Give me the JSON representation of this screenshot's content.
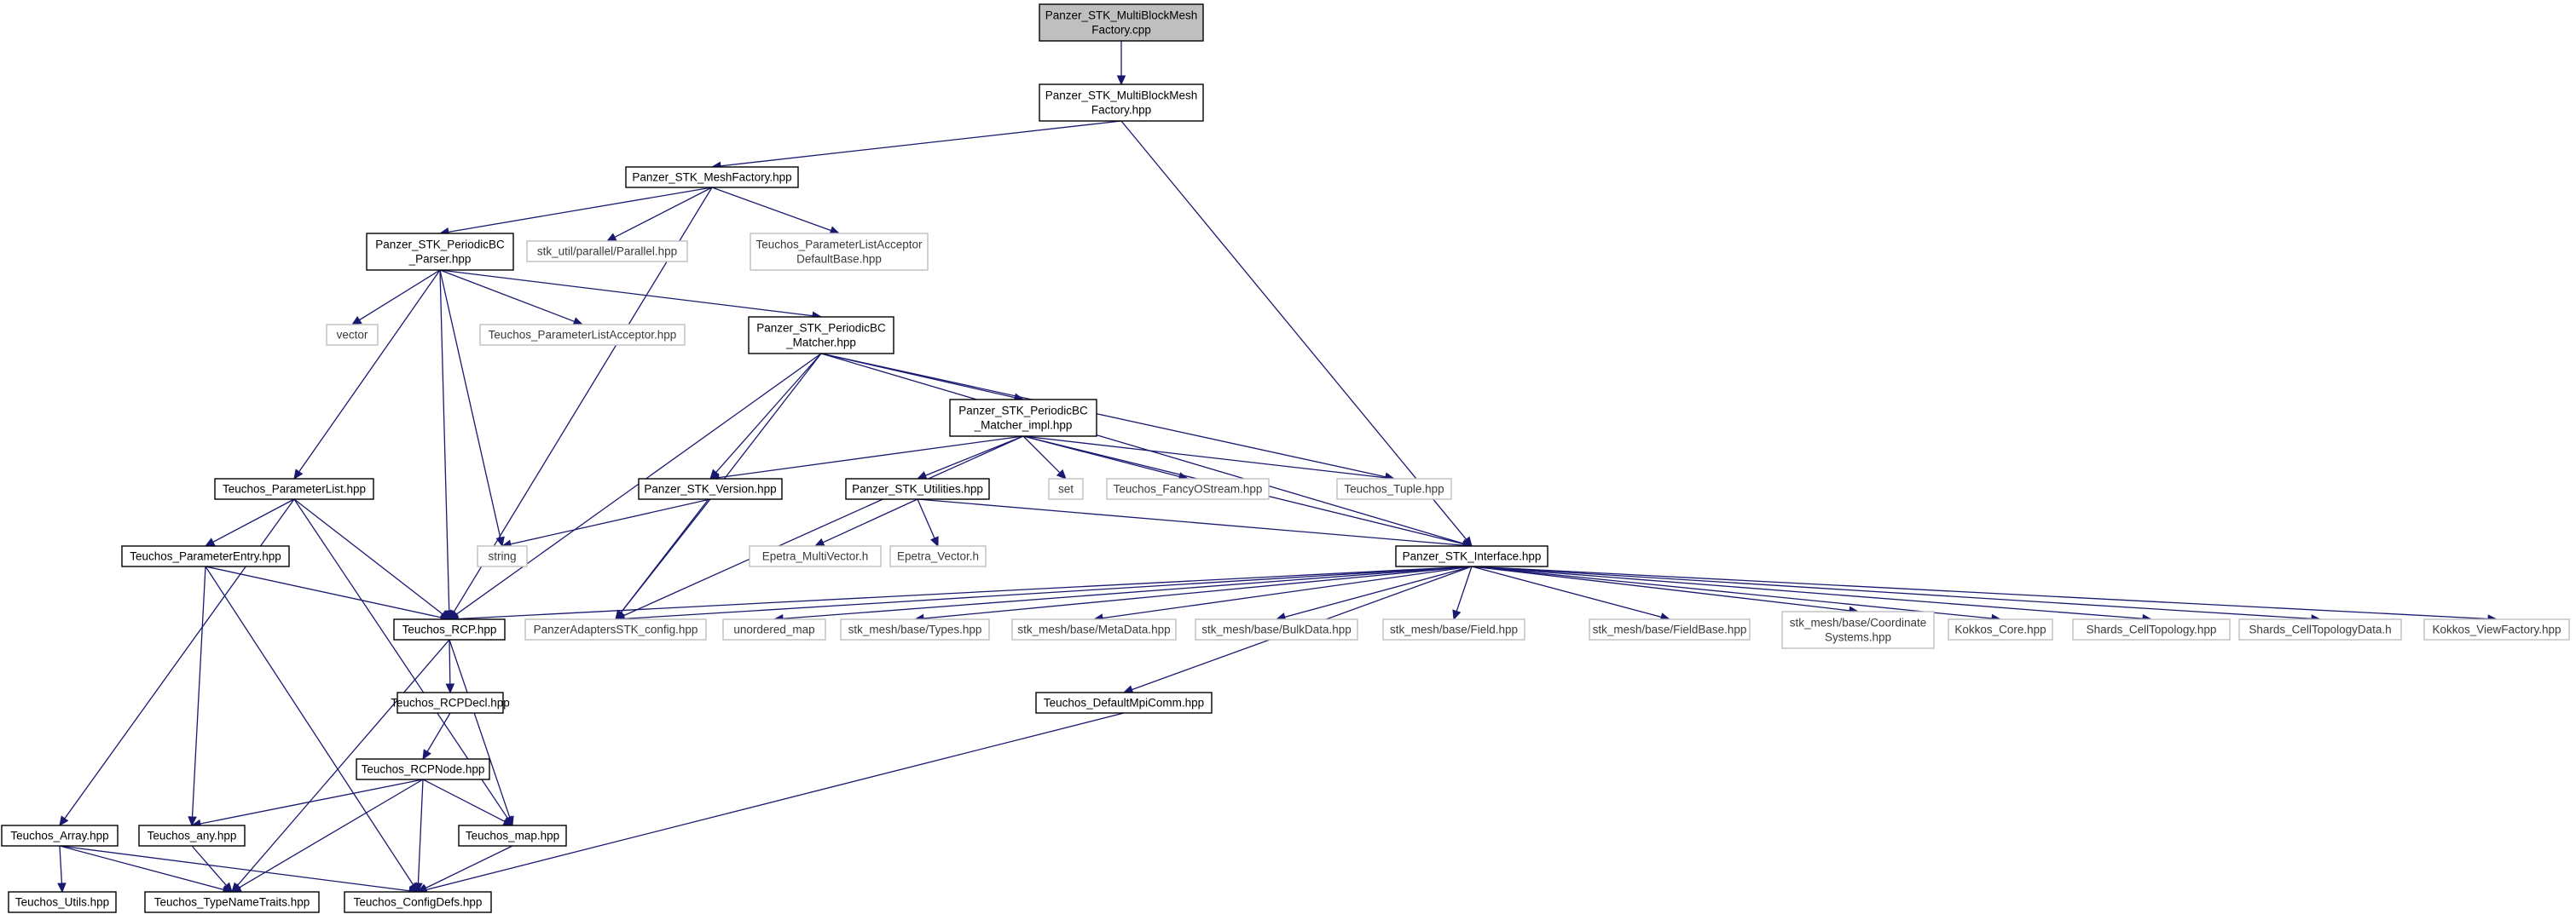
{
  "graph": {
    "title": "Panzer_STK_MultiBlockMeshFactory.cpp include dependency graph",
    "edge_color": "#191970",
    "root_fill": "#bfbfbf",
    "external_border": "#bfbfbf",
    "nodes": [
      {
        "id": "cpp",
        "lines": [
          "Panzer_STK_MultiBlockMesh",
          "Factory.cpp"
        ],
        "kind": "root"
      },
      {
        "id": "mbhpp",
        "lines": [
          "Panzer_STK_MultiBlockMesh",
          "Factory.hpp"
        ],
        "kind": "documented"
      },
      {
        "id": "meshfac",
        "lines": [
          "Panzer_STK_MeshFactory.hpp"
        ],
        "kind": "documented"
      },
      {
        "id": "parallel",
        "lines": [
          "stk_util/parallel/Parallel.hpp"
        ],
        "kind": "external"
      },
      {
        "id": "plaDefault",
        "lines": [
          "Teuchos_ParameterListAcceptor",
          "DefaultBase.hpp"
        ],
        "kind": "external"
      },
      {
        "id": "pbcParser",
        "lines": [
          "Panzer_STK_PeriodicBC",
          "_Parser.hpp"
        ],
        "kind": "documented"
      },
      {
        "id": "vector",
        "lines": [
          "vector"
        ],
        "kind": "external"
      },
      {
        "id": "pla",
        "lines": [
          "Teuchos_ParameterListAcceptor.hpp"
        ],
        "kind": "external"
      },
      {
        "id": "pbcMatcher",
        "lines": [
          "Panzer_STK_PeriodicBC",
          "_Matcher.hpp"
        ],
        "kind": "documented"
      },
      {
        "id": "pbcImpl",
        "lines": [
          "Panzer_STK_PeriodicBC",
          "_Matcher_impl.hpp"
        ],
        "kind": "documented"
      },
      {
        "id": "paramList",
        "lines": [
          "Teuchos_ParameterList.hpp"
        ],
        "kind": "documented"
      },
      {
        "id": "version",
        "lines": [
          "Panzer_STK_Version.hpp"
        ],
        "kind": "documented"
      },
      {
        "id": "utilities",
        "lines": [
          "Panzer_STK_Utilities.hpp"
        ],
        "kind": "documented"
      },
      {
        "id": "set",
        "lines": [
          "set"
        ],
        "kind": "external"
      },
      {
        "id": "fancy",
        "lines": [
          "Teuchos_FancyOStream.hpp"
        ],
        "kind": "external"
      },
      {
        "id": "tuple",
        "lines": [
          "Teuchos_Tuple.hpp"
        ],
        "kind": "external"
      },
      {
        "id": "string",
        "lines": [
          "string"
        ],
        "kind": "external"
      },
      {
        "id": "paramEntry",
        "lines": [
          "Teuchos_ParameterEntry.hpp"
        ],
        "kind": "documented"
      },
      {
        "id": "epetraMV",
        "lines": [
          "Epetra_MultiVector.h"
        ],
        "kind": "external"
      },
      {
        "id": "epetraV",
        "lines": [
          "Epetra_Vector.h"
        ],
        "kind": "external"
      },
      {
        "id": "interface",
        "lines": [
          "Panzer_STK_Interface.hpp"
        ],
        "kind": "documented"
      },
      {
        "id": "rcp",
        "lines": [
          "Teuchos_RCP.hpp"
        ],
        "kind": "documented"
      },
      {
        "id": "padapt",
        "lines": [
          "PanzerAdaptersSTK_config.hpp"
        ],
        "kind": "external"
      },
      {
        "id": "umap",
        "lines": [
          "unordered_map"
        ],
        "kind": "external"
      },
      {
        "id": "types",
        "lines": [
          "stk_mesh/base/Types.hpp"
        ],
        "kind": "external"
      },
      {
        "id": "metadata",
        "lines": [
          "stk_mesh/base/MetaData.hpp"
        ],
        "kind": "external"
      },
      {
        "id": "bulkdata",
        "lines": [
          "stk_mesh/base/BulkData.hpp"
        ],
        "kind": "external"
      },
      {
        "id": "field",
        "lines": [
          "stk_mesh/base/Field.hpp"
        ],
        "kind": "external"
      },
      {
        "id": "fieldbase",
        "lines": [
          "stk_mesh/base/FieldBase.hpp"
        ],
        "kind": "external"
      },
      {
        "id": "coord",
        "lines": [
          "stk_mesh/base/Coordinate",
          "Systems.hpp"
        ],
        "kind": "external"
      },
      {
        "id": "kokkos",
        "lines": [
          "Kokkos_Core.hpp"
        ],
        "kind": "external"
      },
      {
        "id": "shardsCT",
        "lines": [
          "Shards_CellTopology.hpp"
        ],
        "kind": "external"
      },
      {
        "id": "shardsCTD",
        "lines": [
          "Shards_CellTopologyData.h"
        ],
        "kind": "external"
      },
      {
        "id": "viewfac",
        "lines": [
          "Kokkos_ViewFactory.hpp"
        ],
        "kind": "external"
      },
      {
        "id": "rcpdecl",
        "lines": [
          "Teuchos_RCPDecl.hpp"
        ],
        "kind": "documented"
      },
      {
        "id": "mpicomm",
        "lines": [
          "Teuchos_DefaultMpiComm.hpp"
        ],
        "kind": "documented"
      },
      {
        "id": "rcpnode",
        "lines": [
          "Teuchos_RCPNode.hpp"
        ],
        "kind": "documented"
      },
      {
        "id": "array",
        "lines": [
          "Teuchos_Array.hpp"
        ],
        "kind": "documented"
      },
      {
        "id": "any",
        "lines": [
          "Teuchos_any.hpp"
        ],
        "kind": "documented"
      },
      {
        "id": "map",
        "lines": [
          "Teuchos_map.hpp"
        ],
        "kind": "documented"
      },
      {
        "id": "utils",
        "lines": [
          "Teuchos_Utils.hpp"
        ],
        "kind": "documented"
      },
      {
        "id": "typename",
        "lines": [
          "Teuchos_TypeNameTraits.hpp"
        ],
        "kind": "documented"
      },
      {
        "id": "configdefs",
        "lines": [
          "Teuchos_ConfigDefs.hpp"
        ],
        "kind": "documented"
      }
    ],
    "edges": [
      [
        "cpp",
        "mbhpp"
      ],
      [
        "mbhpp",
        "meshfac"
      ],
      [
        "mbhpp",
        "interface"
      ],
      [
        "meshfac",
        "pbcParser"
      ],
      [
        "meshfac",
        "parallel"
      ],
      [
        "meshfac",
        "plaDefault"
      ],
      [
        "meshfac",
        "rcp"
      ],
      [
        "pbcParser",
        "vector"
      ],
      [
        "pbcParser",
        "pla"
      ],
      [
        "pbcParser",
        "pbcMatcher"
      ],
      [
        "pbcParser",
        "paramList"
      ],
      [
        "pbcParser",
        "string"
      ],
      [
        "pbcParser",
        "rcp"
      ],
      [
        "pbcMatcher",
        "pbcImpl"
      ],
      [
        "pbcMatcher",
        "version"
      ],
      [
        "pbcMatcher",
        "tuple"
      ],
      [
        "pbcMatcher",
        "interface"
      ],
      [
        "pbcMatcher",
        "rcp"
      ],
      [
        "pbcMatcher",
        "padapt"
      ],
      [
        "pbcImpl",
        "version"
      ],
      [
        "pbcImpl",
        "utilities"
      ],
      [
        "pbcImpl",
        "set"
      ],
      [
        "pbcImpl",
        "fancy"
      ],
      [
        "pbcImpl",
        "tuple"
      ],
      [
        "pbcImpl",
        "interface"
      ],
      [
        "pbcImpl",
        "padapt"
      ],
      [
        "version",
        "string"
      ],
      [
        "version",
        "padapt"
      ],
      [
        "utilities",
        "epetraMV"
      ],
      [
        "utilities",
        "epetraV"
      ],
      [
        "utilities",
        "interface"
      ],
      [
        "paramList",
        "paramEntry"
      ],
      [
        "paramList",
        "rcp"
      ],
      [
        "paramList",
        "array"
      ],
      [
        "paramList",
        "map"
      ],
      [
        "paramEntry",
        "rcp"
      ],
      [
        "paramEntry",
        "any"
      ],
      [
        "paramEntry",
        "configdefs"
      ],
      [
        "interface",
        "rcp"
      ],
      [
        "interface",
        "padapt"
      ],
      [
        "interface",
        "umap"
      ],
      [
        "interface",
        "types"
      ],
      [
        "interface",
        "metadata"
      ],
      [
        "interface",
        "bulkdata"
      ],
      [
        "interface",
        "field"
      ],
      [
        "interface",
        "fieldbase"
      ],
      [
        "interface",
        "coord"
      ],
      [
        "interface",
        "kokkos"
      ],
      [
        "interface",
        "shardsCT"
      ],
      [
        "interface",
        "shardsCTD"
      ],
      [
        "interface",
        "viewfac"
      ],
      [
        "interface",
        "mpicomm"
      ],
      [
        "rcp",
        "rcpdecl"
      ],
      [
        "rcp",
        "typename"
      ],
      [
        "rcp",
        "map"
      ],
      [
        "rcpdecl",
        "rcpnode"
      ],
      [
        "rcpnode",
        "any"
      ],
      [
        "rcpnode",
        "typename"
      ],
      [
        "rcpnode",
        "configdefs"
      ],
      [
        "rcpnode",
        "map"
      ],
      [
        "mpicomm",
        "configdefs"
      ],
      [
        "array",
        "utils"
      ],
      [
        "array",
        "typename"
      ],
      [
        "array",
        "configdefs"
      ],
      [
        "any",
        "typename"
      ],
      [
        "map",
        "configdefs"
      ]
    ]
  }
}
